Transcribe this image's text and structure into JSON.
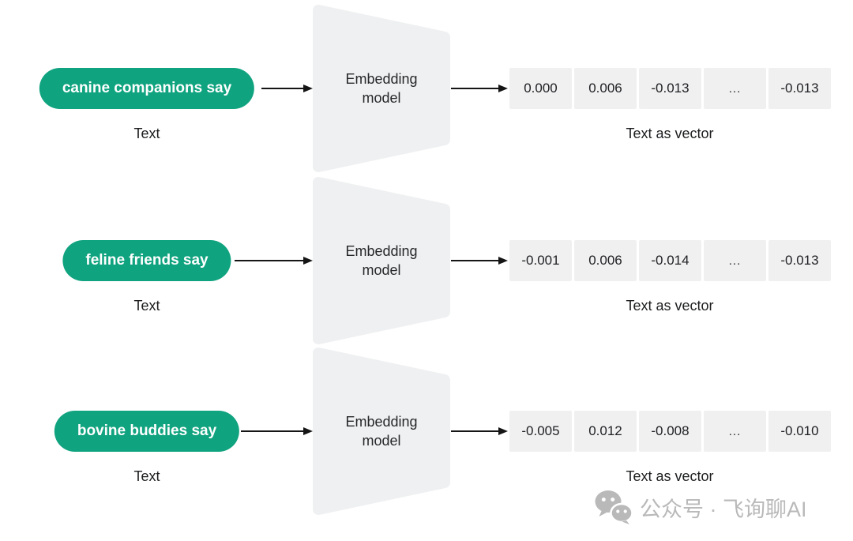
{
  "colors": {
    "pill_green": "#10a37f",
    "shape_gray": "#eff0f1",
    "cell_gray": "#f0f0f1",
    "arrow_black": "#151515",
    "text_dark": "#202124",
    "watermark_gray": "#b9b9b9"
  },
  "rows": [
    {
      "input_text": "canine companions say",
      "input_label": "Text",
      "model_line1": "Embedding",
      "model_line2": "model",
      "output_label": "Text as vector",
      "vector": [
        "0.000",
        "0.006",
        "-0.013",
        "...",
        "-0.013"
      ]
    },
    {
      "input_text": "feline friends say",
      "input_label": "Text",
      "model_line1": "Embedding",
      "model_line2": "model",
      "output_label": "Text as vector",
      "vector": [
        "-0.001",
        "0.006",
        "-0.014",
        "...",
        "-0.013"
      ]
    },
    {
      "input_text": "bovine buddies say",
      "input_label": "Text",
      "model_line1": "Embedding",
      "model_line2": "model",
      "output_label": "Text as vector",
      "vector": [
        "-0.005",
        "0.012",
        "-0.008",
        "...",
        "-0.010"
      ]
    }
  ],
  "watermark": {
    "icon": "wechat-icon",
    "text": "公众号 · 飞询聊AI"
  }
}
